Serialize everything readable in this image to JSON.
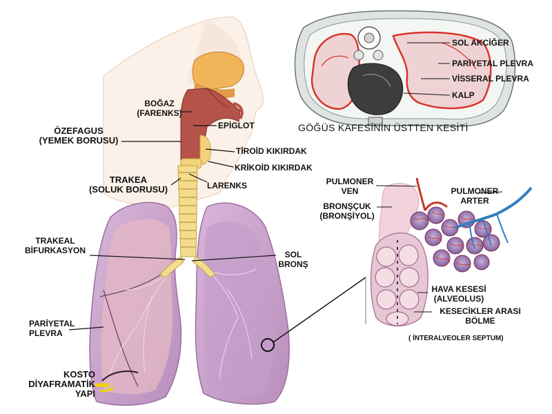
{
  "labels": {
    "bogaz": "BOĞAZ",
    "farenks": "(FARENKS)",
    "ozefagus": "ÖZEFAGUS",
    "yemek_borusu": "(YEMEK BORUSU)",
    "epiglot": "EPİGLOT",
    "tiroid": "TİROİD KIKIRDAK",
    "krikoid": "KRİKOİD KIKIRDAK",
    "trakea": "TRAKEA",
    "soluk_borusu": "(SOLUK BORUSU)",
    "larenks": "LARENKS",
    "trakeal": "TRAKEAL",
    "bifurkasyon": "BİFURKASYON",
    "sol": "SOL",
    "brons": "BRONŞ",
    "pariyetal": "PARİYETAL",
    "plevra": "PLEVRA",
    "kosto": "KOSTO",
    "diyaframatik": "DİYAFRAMATİK",
    "yapi": "YAPI",
    "sol_akciger": "SOL AKCİĞER",
    "pariyetal_plevra": "PARİYETAL PLEVRA",
    "visseral_plevra": "VİSSERAL PLEVRA",
    "kalp": "KALP",
    "cross_title": "GÖĞÜS KAFESİNİN ÜSTTEN KESİTİ",
    "pulmoner_ven_1": "PULMONER",
    "pulmoner_ven_2": "VEN",
    "pulmoner_arter_1": "PULMONER",
    "pulmoner_arter_2": "ARTER",
    "bronscuk": "BRONŞÇUK",
    "bronsiyol": "(BRONŞİYOL)",
    "hava_kesesi": "HAVA KESESİ",
    "alveolus": "(ALVEOLUS)",
    "kesecikler_1": "KESECİKLER ARASI",
    "kesecikler_2": "BÖLME",
    "septum": "( İNTERALVEOLER SEPTUM)"
  },
  "colors": {
    "lung_fill": "#c9a6cc",
    "lung_outline": "#9b6fa0",
    "lung_inner": "#e6c2cf",
    "trachea": "#f3dc8e",
    "throat": "#b5524a",
    "skin": "#f6e2d0",
    "artery": "#2f7fc1",
    "vein": "#c8342a",
    "alveoli": "#a887b9",
    "pleura_red": "#d7332b"
  }
}
